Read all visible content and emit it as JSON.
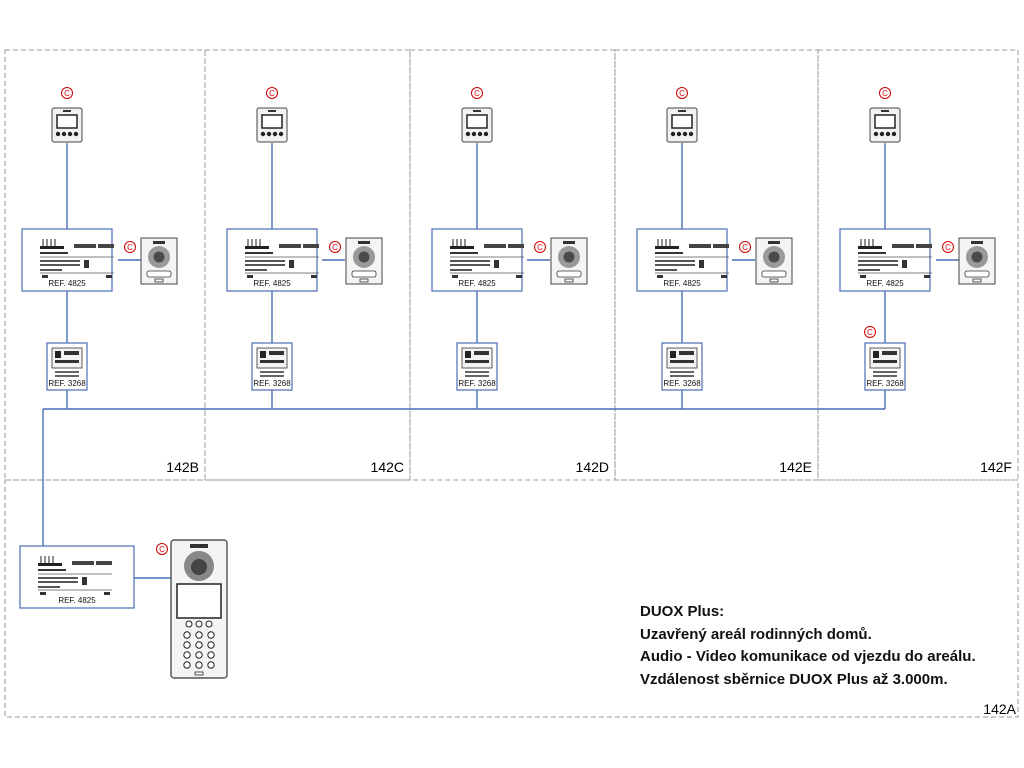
{
  "zones": [
    {
      "id": "142B",
      "label": "142B"
    },
    {
      "id": "142C",
      "label": "142C"
    },
    {
      "id": "142D",
      "label": "142D"
    },
    {
      "id": "142E",
      "label": "142E"
    },
    {
      "id": "142F",
      "label": "142F"
    },
    {
      "id": "142A",
      "label": "142A"
    }
  ],
  "houses": [
    {
      "zone": "142B",
      "unit_ref": "REF. 4825",
      "distributor_ref": "REF. 3268",
      "distributor_marked": false
    },
    {
      "zone": "142C",
      "unit_ref": "REF. 4825",
      "distributor_ref": "REF. 3268",
      "distributor_marked": false
    },
    {
      "zone": "142D",
      "unit_ref": "REF. 4825",
      "distributor_ref": "REF. 3268",
      "distributor_marked": false
    },
    {
      "zone": "142E",
      "unit_ref": "REF. 4825",
      "distributor_ref": "REF. 3268",
      "distributor_marked": false
    },
    {
      "zone": "142F",
      "unit_ref": "REF. 4825",
      "distributor_ref": "REF. 3268",
      "distributor_marked": true
    }
  ],
  "entrance": {
    "zone": "142A",
    "unit_ref": "REF. 4825"
  },
  "marker_symbol": "C",
  "note": {
    "title": "DUOX Plus:",
    "lines": [
      "Uzavřený areál rodinných domů.",
      "Audio - Video komunikace od vjezdu do areálu.",
      "Vzdálenost sběrnice DUOX Plus až 3.000m."
    ]
  },
  "colors": {
    "bus": "#4a6fb5",
    "zone_border": "#999999",
    "marker": "#d00000"
  }
}
